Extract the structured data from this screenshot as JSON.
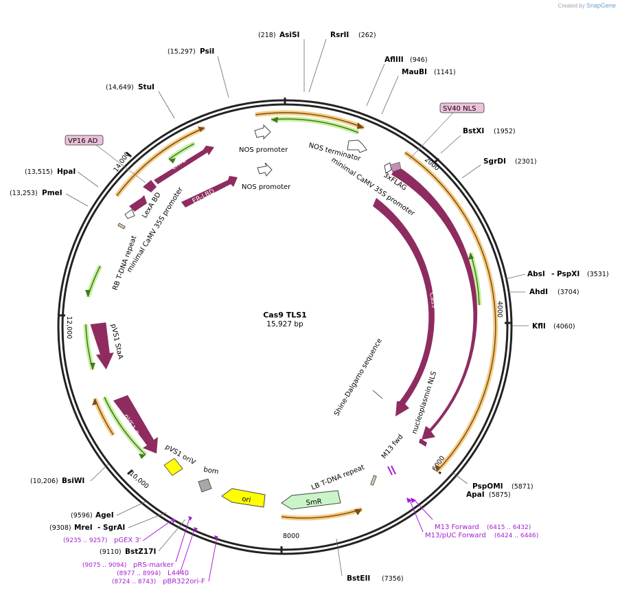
{
  "credit": {
    "prefix": "Created by",
    "brand": "SnapGene"
  },
  "center": {
    "name": "Cas9 TLS1",
    "length": "15,927 bp"
  },
  "ticks": [
    "2000",
    "4000",
    "6000",
    "8000",
    "10,000",
    "12,000",
    "14,000"
  ],
  "enzymes": [
    {
      "name": "AsiSI",
      "pos": "(218)"
    },
    {
      "name": "RsrII",
      "pos": "(262)"
    },
    {
      "name": "PsiI",
      "pos": "(15,297)"
    },
    {
      "name": "AflIII",
      "pos": "(946)"
    },
    {
      "name": "MauBI",
      "pos": "(1141)"
    },
    {
      "name": "StuI",
      "pos": "(14,649)"
    },
    {
      "name": "BstXI",
      "pos": "(1952)"
    },
    {
      "name": "SgrDI",
      "pos": "(2301)"
    },
    {
      "name": "HpaI",
      "pos": "(13,515)"
    },
    {
      "name": "PmeI",
      "pos": "(13,253)"
    },
    {
      "name": "AbsI",
      "pos": "(3531)",
      "alt": "- PspXI"
    },
    {
      "name": "AhdI",
      "pos": "(3704)"
    },
    {
      "name": "KflI",
      "pos": "(4060)"
    },
    {
      "name": "PspOMI",
      "pos": "(5871)"
    },
    {
      "name": "ApaI",
      "pos": "(5875)"
    },
    {
      "name": "BsiWI",
      "pos": "(10,206)"
    },
    {
      "name": "AgeI",
      "pos": "(9596)"
    },
    {
      "name": "MreI",
      "pos": "(9308)",
      "alt": "- SgrAI"
    },
    {
      "name": "BstZ17I",
      "pos": "(9110)"
    },
    {
      "name": "BstEII",
      "pos": "(7356)"
    }
  ],
  "features": {
    "sv40_nls": "SV40 NLS",
    "vp16_ad": "VP16 AD",
    "nos_promoter_1": "NOS promoter",
    "nos_promoter_2": "NOS promoter",
    "nos_terminator": "NOS terminator",
    "camv_1": "minimal CaMV 35S promoter",
    "flag": "3xFLAG",
    "camv_2": "minimal CaMV 35S promoter",
    "lexa": "LexA BD",
    "rb": "RB T-DNA repeat",
    "ert2": "ERT2",
    "erlbd": "ER-LBD",
    "cas9_inner": "Cas9",
    "cas9_outer": "Cas9",
    "shine": "Shine-Dalgarno sequence",
    "nucleoplasmin": "nucleoplasmin NLS",
    "m13fwd": "M13 fwd",
    "lb": "LB T-DNA repeat",
    "smr": "SmR",
    "ori": "ori",
    "bom": "bom",
    "pvs1_oriv": "pVS1 oriV",
    "pvs1_repa": "pVS1 RepA",
    "pvs1_staa": "pVS1 StaA"
  },
  "primers": [
    {
      "name": "M13 Forward",
      "pos": "(6415 .. 6432)"
    },
    {
      "name": "M13/pUC Forward",
      "pos": "(6424 .. 6446)"
    },
    {
      "name": "pGEX 3'",
      "pos": "(9235 .. 9257)"
    },
    {
      "name": "pRS-marker",
      "pos": "(9075 .. 9094)"
    },
    {
      "name": "L4440",
      "pos": "(8977 .. 8994)"
    },
    {
      "name": "pBR322ori-F",
      "pos": "(8724 .. 8743)"
    }
  ],
  "colors": {
    "feature": "#8e2c60",
    "orange": "#e3a94b",
    "green": "#7cc64d",
    "primer": "#a31fcf",
    "ori": "#ffff00",
    "smr": "#c9f5c8",
    "bom": "#a8a8a8"
  }
}
